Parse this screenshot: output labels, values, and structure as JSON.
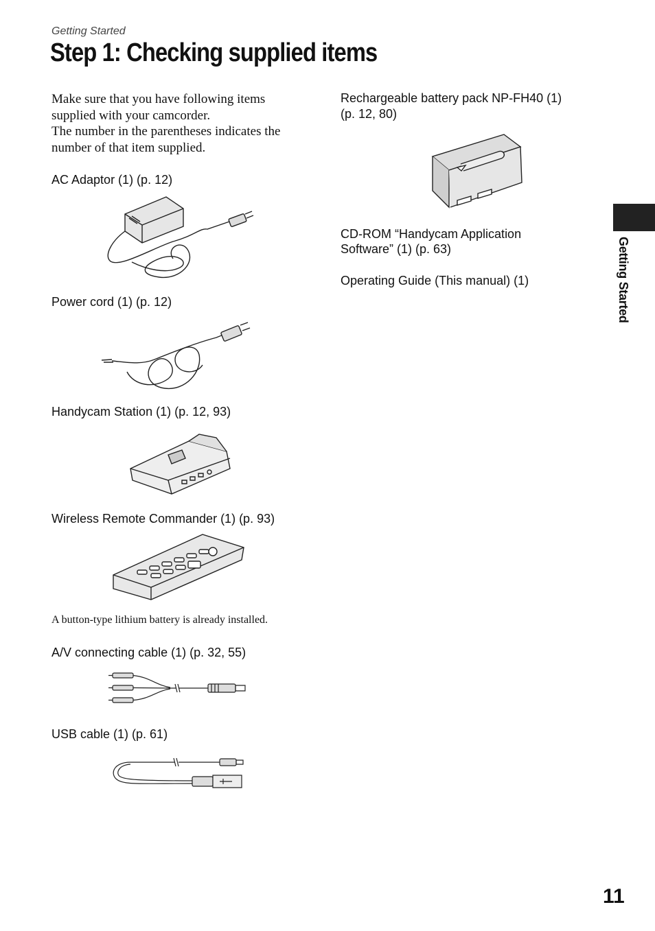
{
  "header": {
    "section_label": "Getting Started",
    "title": "Step 1: Checking supplied items"
  },
  "intro": {
    "line_1": "Make sure that you have following items supplied with your camcorder.",
    "line_2": "The number in the parentheses indicates the number of that item supplied."
  },
  "items": {
    "ac_adaptor": "AC Adaptor (1) (p. 12)",
    "power_cord": "Power cord (1) (p. 12)",
    "handycam_station": "Handycam Station (1) (p. 12, 93)",
    "remote_commander": "Wireless Remote Commander (1) (p. 93)",
    "remote_note": "A button-type lithium battery is already installed.",
    "av_cable": "A/V connecting cable (1) (p. 32, 55)",
    "usb_cable": "USB cable (1) (p. 61)",
    "battery_pack_line_1": "Rechargeable battery pack NP-FH40 (1)",
    "battery_pack_line_2": "(p. 12, 80)",
    "cd_rom_line_1": "CD-ROM “Handycam Application",
    "cd_rom_line_2": "Software” (1) (p. 63)",
    "operating_guide": "Operating Guide (This manual) (1)"
  },
  "side_tab": {
    "label": "Getting Started"
  },
  "page_number": "11"
}
